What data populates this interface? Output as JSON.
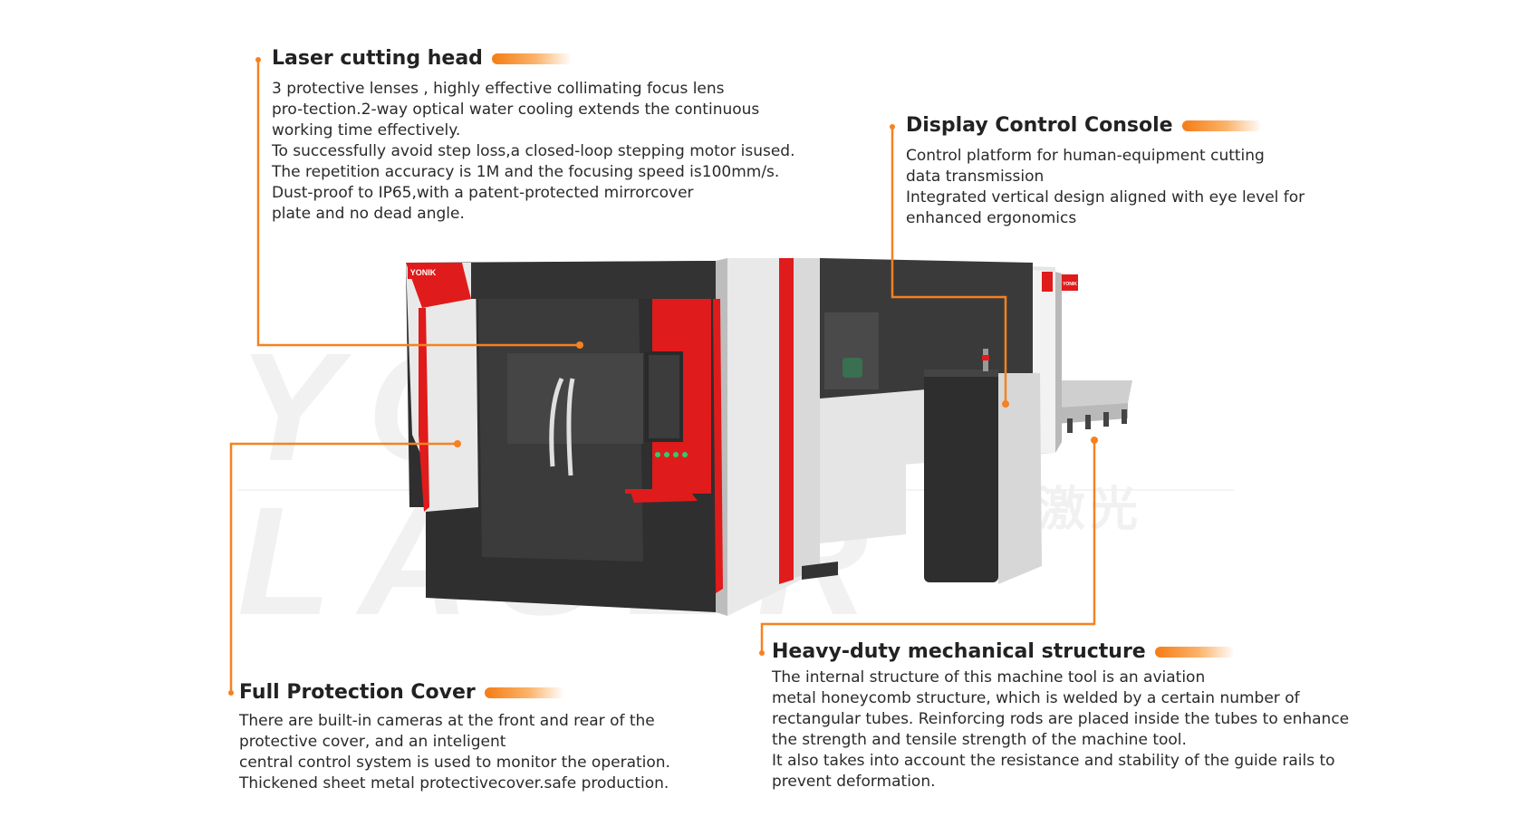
{
  "watermark": {
    "text": "YONIK LASER",
    "text_cn": "雍克激光"
  },
  "machine": {
    "brand_left": "YONIK",
    "brand_right": "YONIK"
  },
  "callouts": {
    "laser_head": {
      "title": "Laser cutting head",
      "lines": [
        "3 protective lenses , highly effective collimating focus lens",
        "pro-tection.2-way optical water cooling extends the continuous",
        "working time effectively.",
        "To successfully avoid step loss,a closed-loop stepping motor isused.",
        "The repetition accuracy is 1M and the focusing speed is100mm/s.",
        "Dust-proof to IP65,with a patent-protected mirrorcover",
        "plate and no dead angle."
      ]
    },
    "console": {
      "title": "Display Control Console",
      "lines": [
        "Control platform for human-equipment cutting",
        "data transmission",
        "Integrated vertical design aligned with eye level for",
        "enhanced ergonomics"
      ]
    },
    "cover": {
      "title": "Full Protection Cover",
      "lines": [
        "There are built-in cameras at the front and rear of the",
        "protective cover, and an inteligent",
        "central control system is used to monitor the operation.",
        "Thickened sheet metal protectivecover.safe production."
      ]
    },
    "structure": {
      "title": "Heavy-duty mechanical structure",
      "lines": [
        "The internal structure of this machine tool is an aviation",
        "metal honeycomb structure, which is welded by a certain number of",
        "rectangular tubes. Reinforcing rods are placed inside the tubes to enhance",
        "the strength and tensile strength of the machine tool.",
        "It also takes into account the resistance and stability of the guide rails to",
        "prevent deformation."
      ]
    }
  },
  "colors": {
    "accent": "#f58220",
    "machine_red": "#e01b1b",
    "machine_dark": "#2f2f2f",
    "machine_light": "#e9e9e9"
  }
}
